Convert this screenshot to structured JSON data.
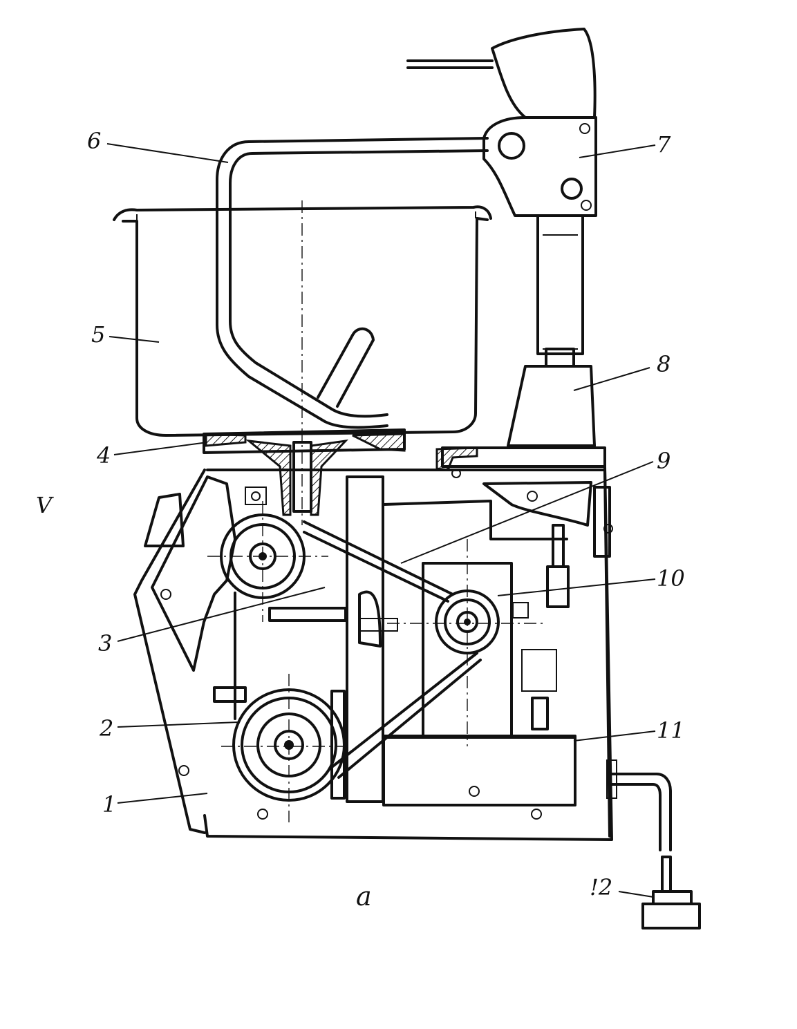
{
  "labels": {
    "l1": "1",
    "l2": "2",
    "l3": "3",
    "l4": "4",
    "l5": "5",
    "l6": "6",
    "l7": "7",
    "l8": "8",
    "l9": "9",
    "l10": "10",
    "l11": "11",
    "l12": "!2"
  },
  "caption": "a",
  "margin_mark": "V",
  "colors": {
    "ink": "#111111",
    "paper": "#ffffff"
  }
}
